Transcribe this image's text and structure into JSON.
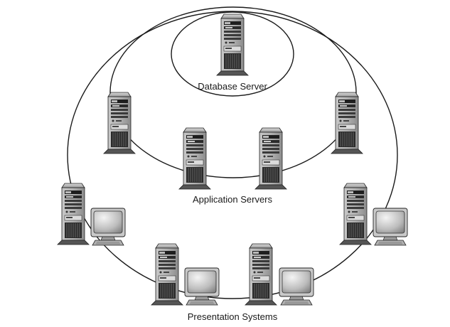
{
  "labels": {
    "database": "Database Server",
    "application": "Application Servers",
    "presentation": "Presentation Systems"
  }
}
